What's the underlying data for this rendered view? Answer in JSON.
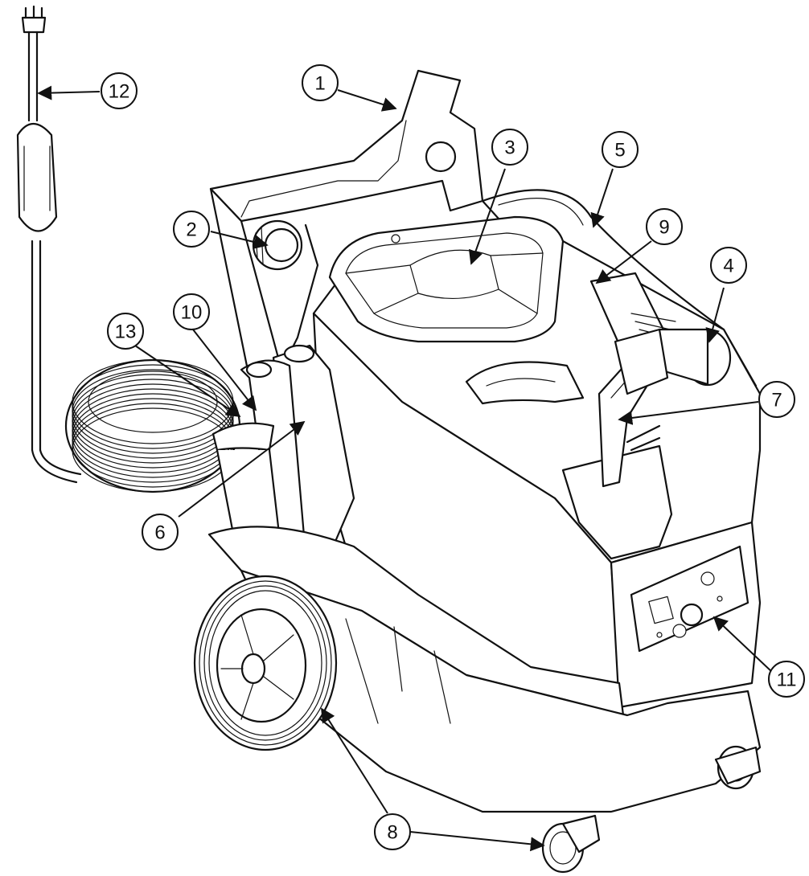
{
  "callouts": [
    "1",
    "2",
    "3",
    "4",
    "5",
    "6",
    "7",
    "8",
    "9",
    "10",
    "11",
    "12",
    "13"
  ],
  "colors": {
    "ink": "#111111",
    "paper": "#ffffff"
  }
}
